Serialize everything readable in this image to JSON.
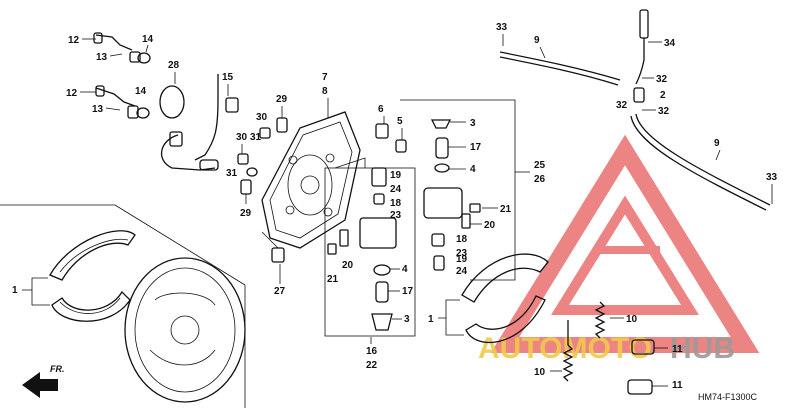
{
  "diagram_code": "HM74-F1300C",
  "direction_label": "FR.",
  "watermark": {
    "text_part1": "AUTOMOTO",
    "text_part2": "HUB",
    "color_part1": "#f2c94c",
    "color_part2": "#9b9b9b",
    "logo_color": "#e85c5c"
  },
  "callouts": {
    "c1a": "1",
    "c1b": "1",
    "c2": "2",
    "c3a": "3",
    "c3b": "3",
    "c4a": "4",
    "c4b": "4",
    "c5": "5",
    "c6": "6",
    "c7": "7",
    "c8": "8",
    "c9a": "9",
    "c9b": "9",
    "c10a": "10",
    "c10b": "10",
    "c11a": "11",
    "c11b": "11",
    "c12a": "12",
    "c12b": "12",
    "c13a": "13",
    "c13b": "13",
    "c14a": "14",
    "c14b": "14",
    "c15": "15",
    "c16": "16",
    "c22": "22",
    "c17a": "17",
    "c17b": "17",
    "c18a": "18",
    "c18b": "18",
    "c19a": "19",
    "c19b": "19",
    "c20a": "20",
    "c20b": "20",
    "c21a": "21",
    "c21b": "21",
    "c23a": "23",
    "c23b": "23",
    "c24a": "24",
    "c24b": "24",
    "c25": "25",
    "c26": "26",
    "c27": "27",
    "c28": "28",
    "c29a": "29",
    "c29b": "29",
    "c30a": "30",
    "c30b": "30",
    "c31a": "31",
    "c31b": "31",
    "c32a": "32",
    "c32b": "32",
    "c32c": "32",
    "c33a": "33",
    "c33b": "33",
    "c34": "34"
  }
}
